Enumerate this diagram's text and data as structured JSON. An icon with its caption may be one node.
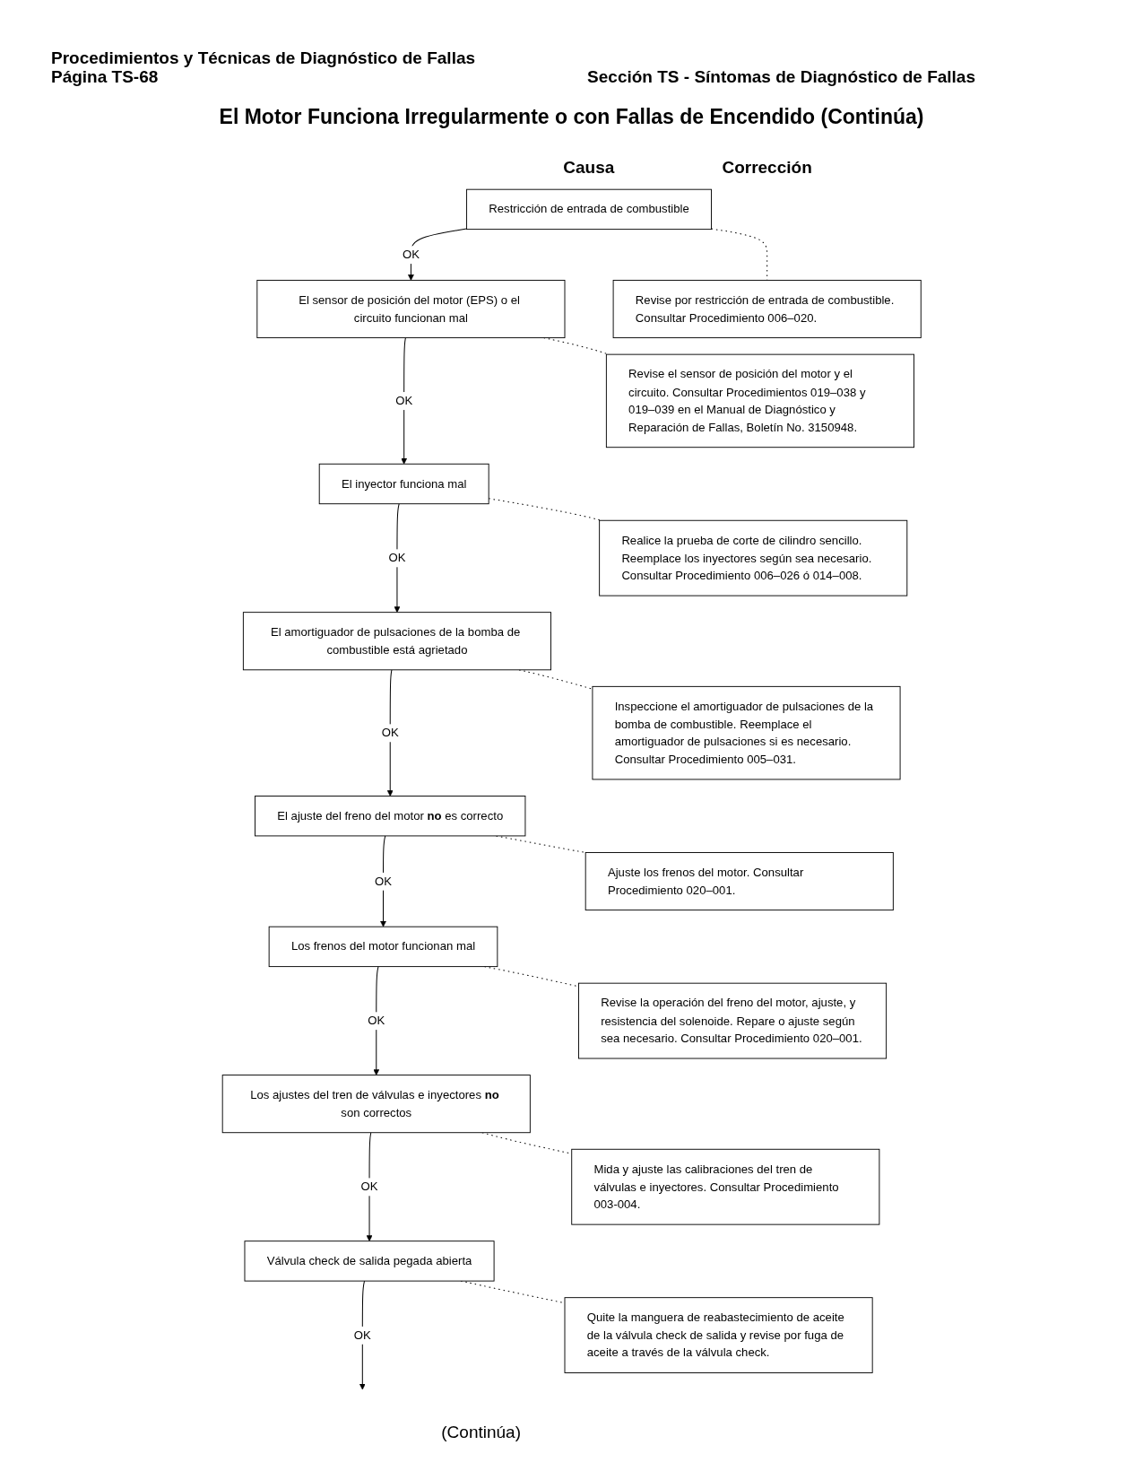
{
  "diagram": {
    "title": "El Motor Funciona Irregularmente o con Fallas de Encendido (Continúa)",
    "nodes": [
      {
        "text": [
          "Restricción de entrada de combustible"
        ]
      },
      {
        "text": [
          "Revise por restricción de entrada de combustible. Consultar Procedimiento 006–020."
        ]
      },
      {
        "text": [
          "El sensor de posición del motor (EPS) o el circuito funcionan mal"
        ]
      },
      {
        "text": [
          "Revise el sensor de posición del motor y el circuito. Consultar Procedimientos 019–038 y 019–039 en el Manual de Diagnóstico y Reparación de Fallas, Boletín No. 3150948."
        ]
      },
      {
        "text": [
          "El inyector funciona mal"
        ]
      },
      {
        "text": [
          "Realice la prueba de corte de cilindro sencillo. Reemplace los inyectores según sea necesario. Consultar Procedimiento 006–026 ó 014–008."
        ]
      },
      {
        "text": [
          "El amortiguador de pulsaciones de la bomba de combustible está agrietado"
        ]
      },
      {
        "text": [
          "Inspeccione el amortiguador de pulsaciones de la bomba de combustible. Reemplace el amortiguador de pulsaciones si es necesario. Consultar Procedimiento 005–031."
        ]
      },
      {
        "text": [
          "El ajuste del freno del motor **no** es correcto"
        ]
      },
      {
        "text": [
          "Ajuste los frenos del motor. Consultar Procedimiento 020–001."
        ]
      },
      {
        "text": [
          "Los frenos del motor funcionan mal"
        ]
      },
      {
        "text": [
          "Revise la operación del freno del motor, ajuste, y resistencia del solenoide. Repare o ajuste según sea necesario. Consultar Procedimiento 020–001."
        ]
      },
      {
        "text": [
          "Los ajustes del tren de válvulas e inyectores **no** son correctos"
        ]
      },
      {
        "text": [
          "Mida y ajuste las calibraciones del tren de válvulas e inyectores. Consultar Procedimiento 003-004."
        ]
      },
      {
        "text": [
          "Válvula check de salida pegada abierta"
        ]
      },
      {
        "text": [
          "Quite la manguera de reabastecimiento de aceite de la válvula check de salida y revise por fuga de aceite a través de la válvula check."
        ]
      }
    ],
    "edges": [
      {
        "from": 0,
        "to": 2,
        "arrow": "to",
        "label": "OK"
      },
      {
        "from": 0,
        "to": 1,
        "arrow": "none",
        "style": "dashed"
      },
      {
        "from": 2,
        "to": 4,
        "arrow": "to",
        "label": "OK"
      },
      {
        "from": 2,
        "to": 3,
        "arrow": "none",
        "style": "dashed"
      },
      {
        "from": 4,
        "to": 6,
        "arrow": "to",
        "label": "OK"
      },
      {
        "from": 4,
        "to": 5,
        "arrow": "none",
        "style": "dashed"
      },
      {
        "from": 6,
        "to": 8,
        "arrow": "to",
        "label": "OK"
      },
      {
        "from": 6,
        "to": 7,
        "arrow": "none",
        "style": "dashed"
      },
      {
        "from": 8,
        "to": 10,
        "arrow": "to",
        "label": "OK"
      },
      {
        "from": 8,
        "to": 9,
        "arrow": "none",
        "style": "dashed"
      },
      {
        "from": 10,
        "to": 12,
        "arrow": "to",
        "label": "OK"
      },
      {
        "from": 10,
        "to": 11,
        "arrow": "none",
        "style": "dashed"
      },
      {
        "from": 12,
        "to": 14,
        "arrow": "to",
        "label": "OK"
      },
      {
        "from": 12,
        "to": 13,
        "arrow": "none",
        "style": "dashed"
      },
      {
        "from": 14,
        "to": null,
        "arrow": "to",
        "label": "OK"
      },
      {
        "from": 14,
        "to": 15,
        "arrow": "none",
        "style": "dashed"
      }
    ],
    "labels": [
      "Procedimientos y Técnicas de Diagnóstico de Fallas",
      "Página TS-68",
      "Sección TS - Síntomas de Diagnóstico de Fallas",
      "Causa",
      "Corrección",
      "(Continúa)"
    ]
  }
}
